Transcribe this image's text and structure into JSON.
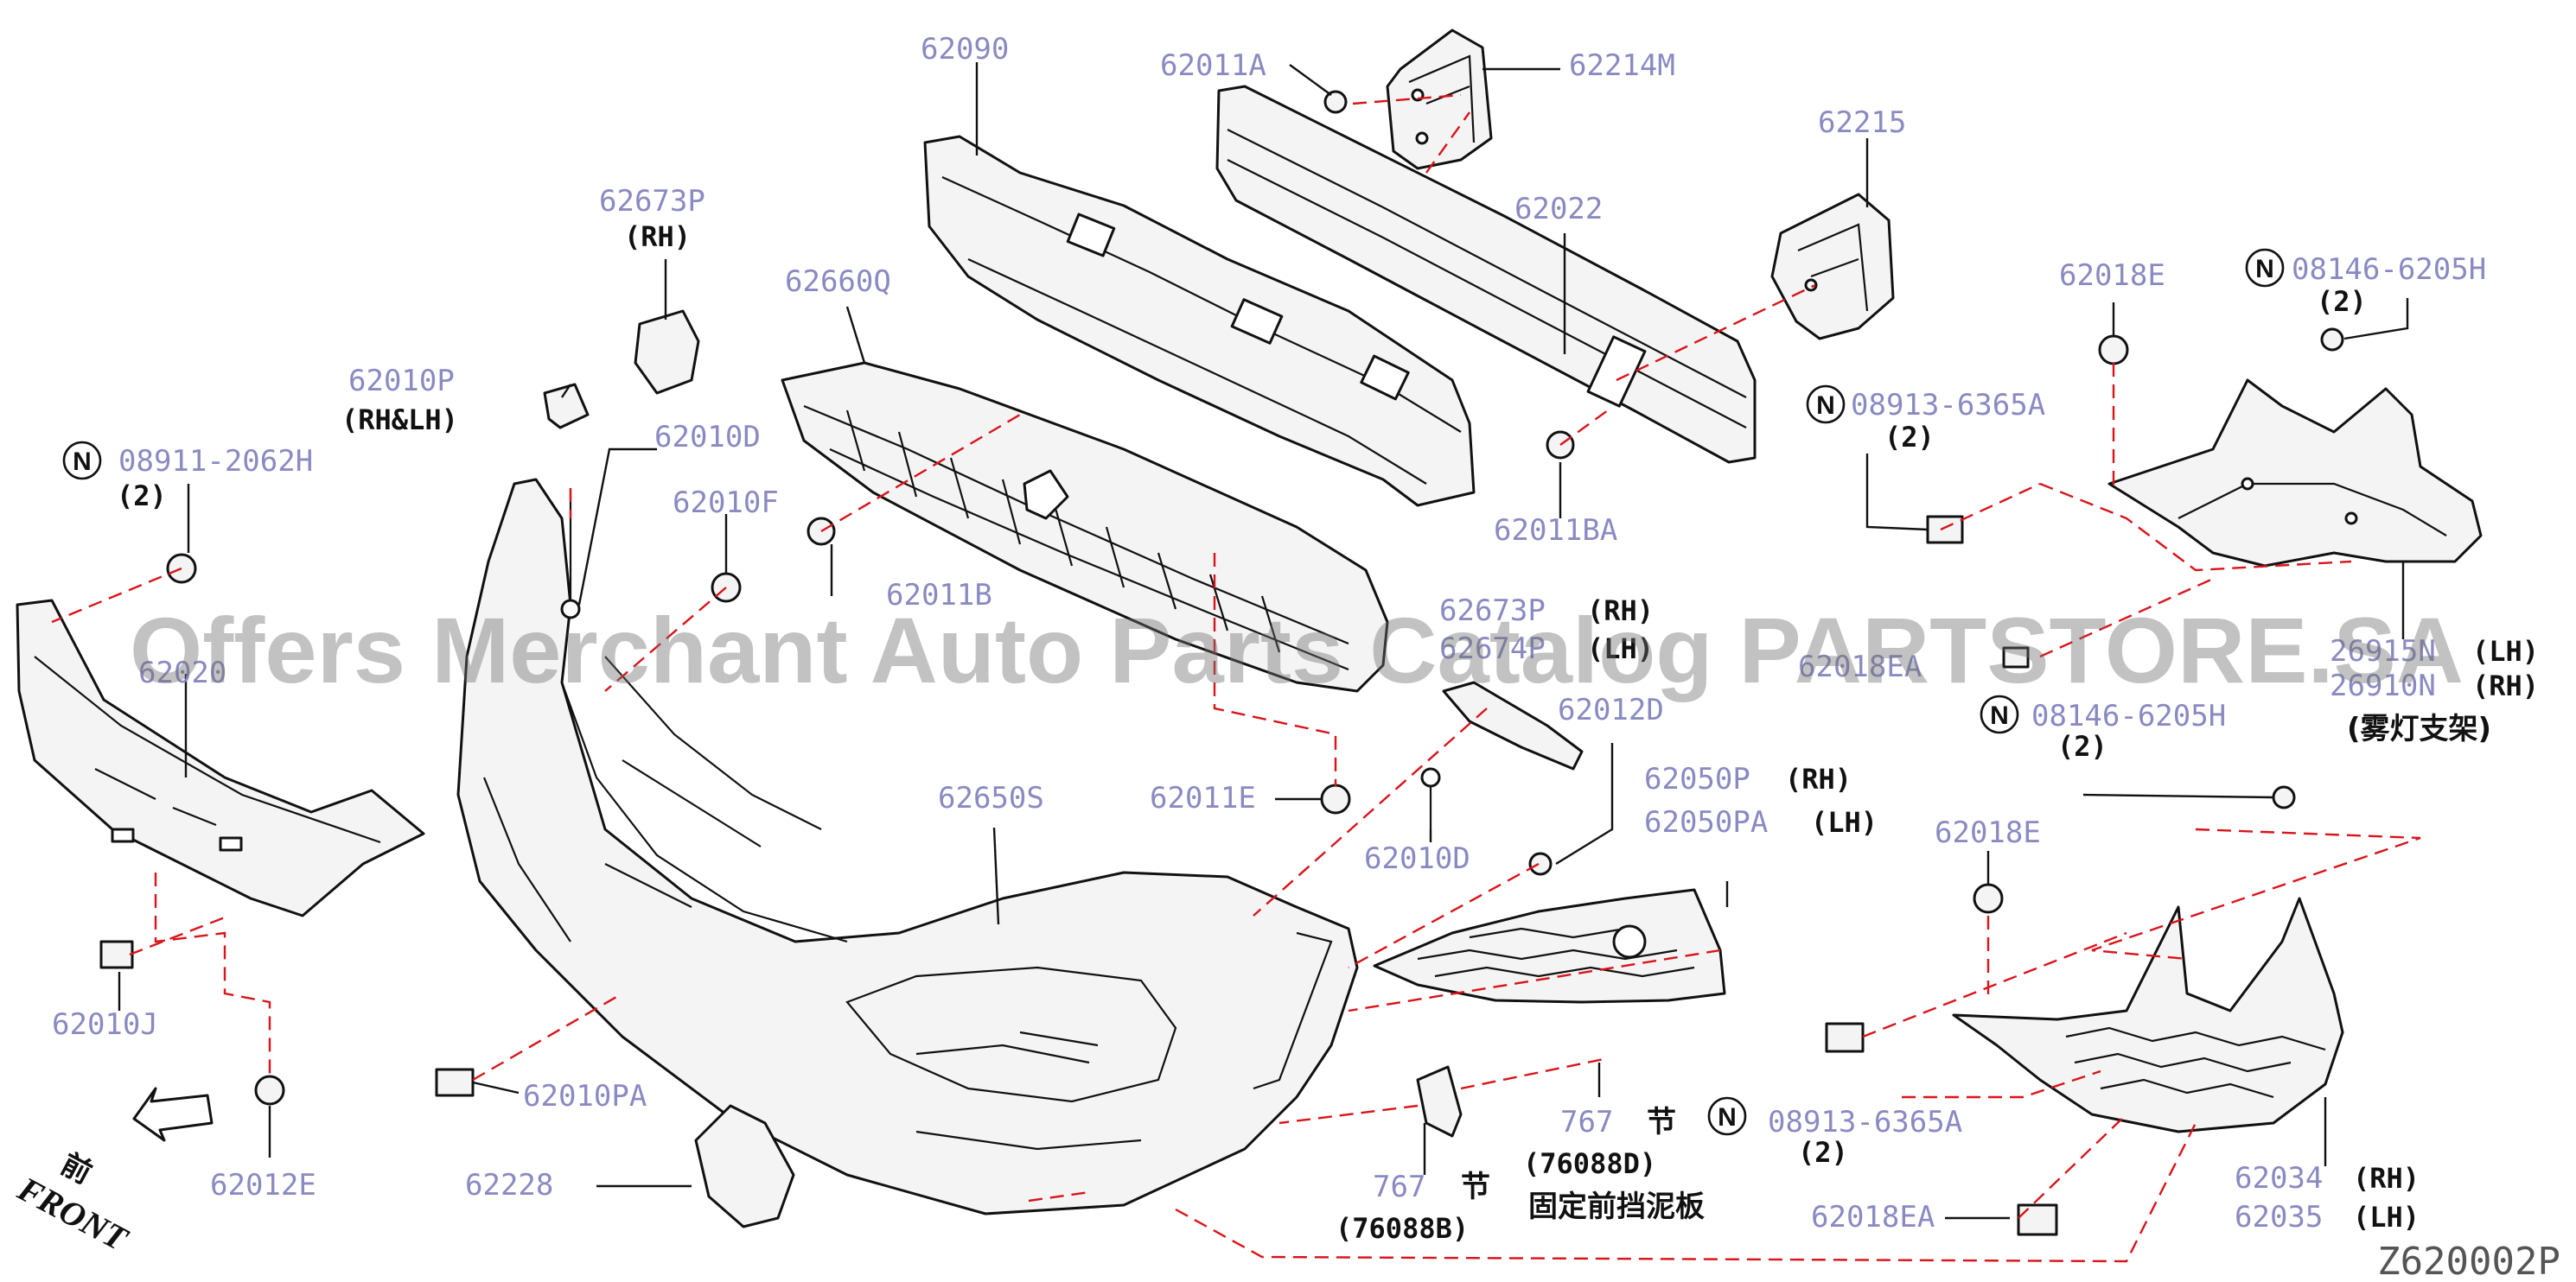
{
  "labels": {
    "p62090": "62090",
    "p62011A": "62011A",
    "p62214M": "62214M",
    "p62215": "62215",
    "p62022": "62022",
    "p62673P_top": "62673P",
    "rh_top": "(RH)",
    "p62660Q": "62660Q",
    "p62018E_top": "62018E",
    "p08146_top": "08146-6205H",
    "qty_08146_top": "(2)",
    "p62010P": "62010P",
    "rhlh": "(RH&LH)",
    "p62010D_top": "62010D",
    "p08911": "08911-2062H",
    "qty_08911": "(2)",
    "p62010F": "62010F",
    "p62011BA": "62011BA",
    "p08913_top": "08913-6365A",
    "qty_08913_top": "(2)",
    "p62011B": "62011B",
    "p62673P_mid": "62673P",
    "rh_mid": "(RH)",
    "p62674P": "62674P",
    "lh_mid": "(LH)",
    "p26915N": "26915N",
    "lh_fog": "(LH)",
    "p26910N": "26910N",
    "rh_fog": "(RH)",
    "fog_bracket_cn": "(雾灯支架)",
    "p62020": "62020",
    "p62018EA_mid": "62018EA",
    "p62012D": "62012D",
    "p08146_mid": "08146-6205H",
    "qty_08146_mid": "(2)",
    "p62050P": "62050P",
    "rh_grille": "(RH)",
    "p62050PA": "62050PA",
    "lh_grille": "(LH)",
    "p62650S": "62650S",
    "p62011E": "62011E",
    "p62018E_bot": "62018E",
    "p62010D_bot": "62010D",
    "p62010J": "62010J",
    "p62010PA": "62010PA",
    "p767_a": "767",
    "jie_a": "节",
    "p76088D": "(76088D)",
    "fix_cn": "固定前挡泥板",
    "p08913_bot": "08913-6365A",
    "qty_08913_bot": "(2)",
    "p767_b": "767",
    "jie_b": "节",
    "p76088B": "(76088B)",
    "p62012E": "62012E",
    "p62228": "62228",
    "p62034": "62034",
    "rh_cover": "(RH)",
    "p62035": "62035",
    "lh_cover": "(LH)",
    "p62018EA_bot": "62018EA",
    "front_cn": "前",
    "front_en": "FRONT",
    "n_symbol": "N",
    "diagram_code": "Z620002P"
  },
  "watermark": "Offers Merchant Auto Parts Catalog PARTSTORE.SA",
  "colors": {
    "part_number": "#8a8ac2",
    "dash_line": "#d9141a",
    "outline": "#111111",
    "watermark": "#6d6d6d"
  },
  "icons": [
    "front-arrow-icon",
    "n-circle-icon"
  ]
}
